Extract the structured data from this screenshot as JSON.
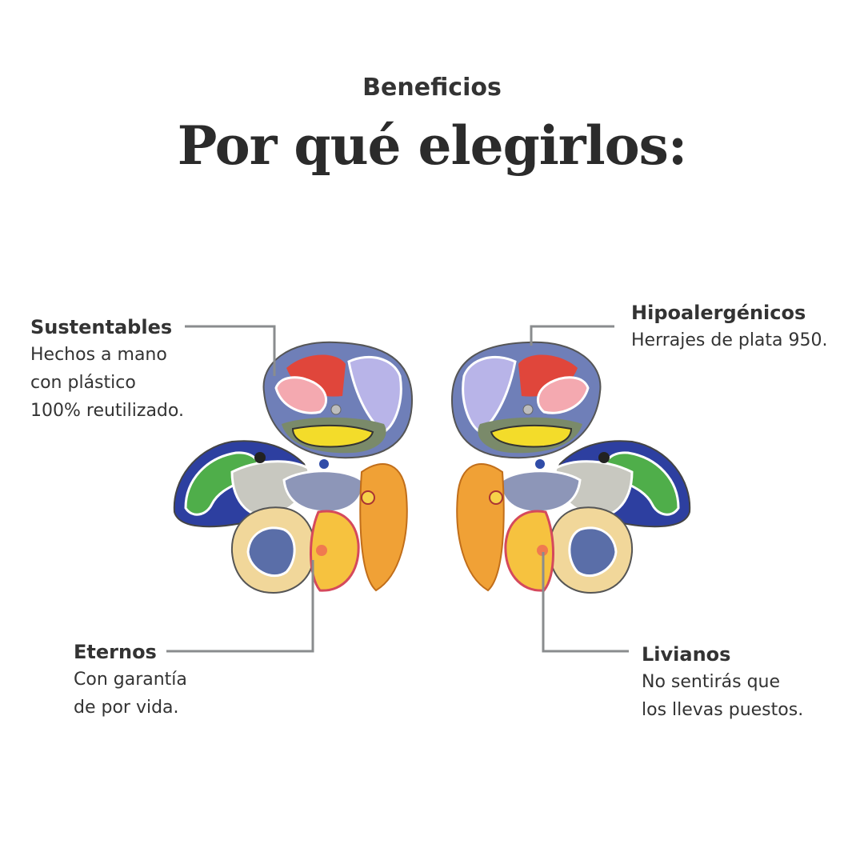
{
  "header": {
    "eyebrow": "Beneficios",
    "headline": "Por qué elegirlos:"
  },
  "benefits": [
    {
      "title": "Sustentables",
      "description": "Hechos a mano\ncon plástico\n100% reutilizado."
    },
    {
      "title": "Hipoalergénicos",
      "description": "Herrajes de plata 950."
    },
    {
      "title": "Eternos",
      "description": "Con garantía\nde por vida."
    },
    {
      "title": "Livianos",
      "description": "No sentirás que\nlos llevas puestos."
    }
  ],
  "colors": {
    "text": "#333333",
    "connector": "#8a8c8e",
    "background": "#ffffff"
  },
  "image": {
    "subject": "earrings-photo"
  }
}
